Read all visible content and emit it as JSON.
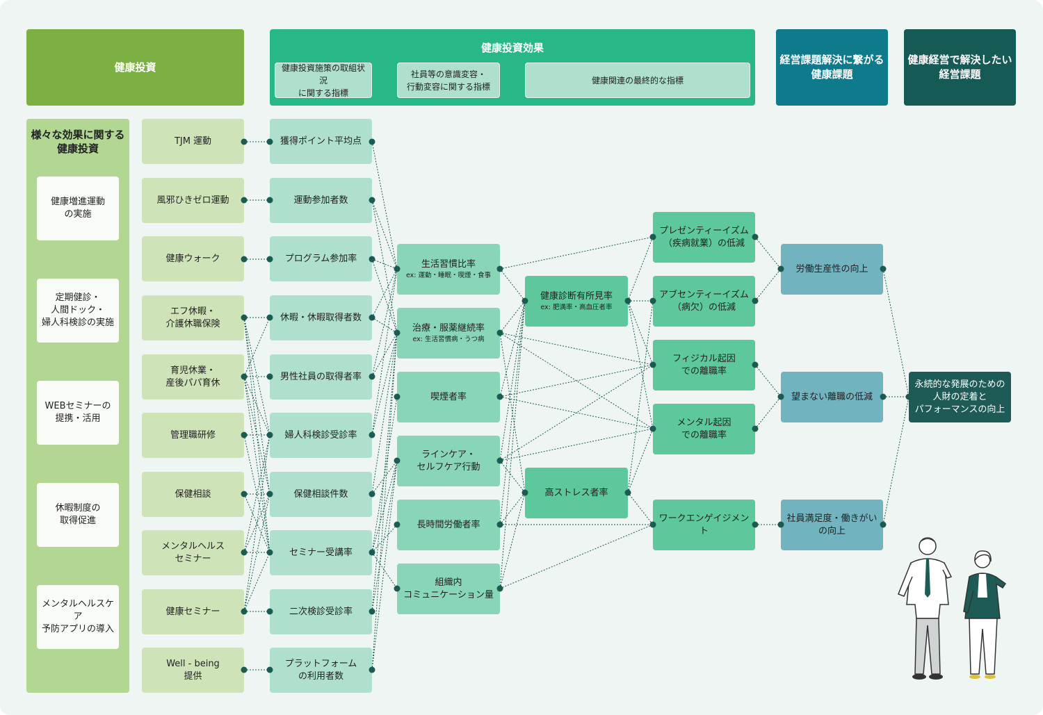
{
  "colors": {
    "investment": "#7db043",
    "effect": "#28b786",
    "issue": "#0e7a8c",
    "management": "#165a56",
    "line": "#1b5b52"
  },
  "headers": {
    "investment": "健康投資",
    "effect": "健康投資効果",
    "effect_sub1": "健康投資施策の取組状況\nに関する指標",
    "effect_sub2": "社員等の意識変容・\n行動変容に関する指標",
    "effect_sub3": "健康関連の最終的な指標",
    "issues": "経営課題解決に繋がる\n健康課題",
    "management": "健康経営で解決したい\n経営課題"
  },
  "categories": {
    "title": "様々な効果に関する\n健康投資",
    "items": [
      "健康増進運動\nの実施",
      "定期健診・\n人間ドック・\n婦人科検診の実施",
      "WEBセミナーの\n提携・活用",
      "休暇制度の\n取得促進",
      "メンタルヘルスケア\n予防アプリの導入"
    ]
  },
  "initiatives": [
    "TJM 運動",
    "風邪ひきゼロ運動",
    "健康ウォーク",
    "エフ休暇・\n介護休職保険",
    "育児休業・\n産後パパ育休",
    "管理職研修",
    "保健相談",
    "メンタルヘルス\nセミナー",
    "健康セミナー",
    "Well - being\n提供"
  ],
  "indicators": [
    "獲得ポイント平均点",
    "運動参加者数",
    "プログラム参加率",
    "休暇・休暇取得者数",
    "男性社員の取得者率",
    "婦人科検診受診率",
    "保健相談件数",
    "セミナー受講率",
    "二次検診受診率",
    "プラットフォーム\nの利用者数"
  ],
  "behaviors": [
    {
      "label": "生活習慣比率",
      "sub": "ex: 運動・睡眠・喫煙・食事"
    },
    {
      "label": "治療・服薬継続率",
      "sub": "ex: 生活習慣病・うつ病"
    },
    {
      "label": "喫煙者率",
      "sub": ""
    },
    {
      "label": "ラインケア・\nセルフケア行動",
      "sub": ""
    },
    {
      "label": "長時間労働者率",
      "sub": ""
    },
    {
      "label": "組織内\nコミュニケーション量",
      "sub": ""
    }
  ],
  "health_metrics": [
    {
      "label": "健康診断有所見率",
      "sub": "ex: 肥満率・高血圧者率"
    },
    {
      "label": "高ストレス者率",
      "sub": ""
    }
  ],
  "outcomes": [
    "プレゼンティーイズム\n（疾病就業）の低減",
    "アブセンティーイズム\n（病欠）の低減",
    "フィジカル起因\nでの離職率",
    "メンタル起因\nでの離職率",
    "ワークエンゲイジメント"
  ],
  "issues": [
    "労働生産性の向上",
    "望まない離職の低減",
    "社員満足度・働きがい\nの向上"
  ],
  "final": "永続的な発展のための\n人財の定着と\nパフォーマンスの向上",
  "figure_icons": [
    "man-figure-icon",
    "woman-figure-icon"
  ]
}
